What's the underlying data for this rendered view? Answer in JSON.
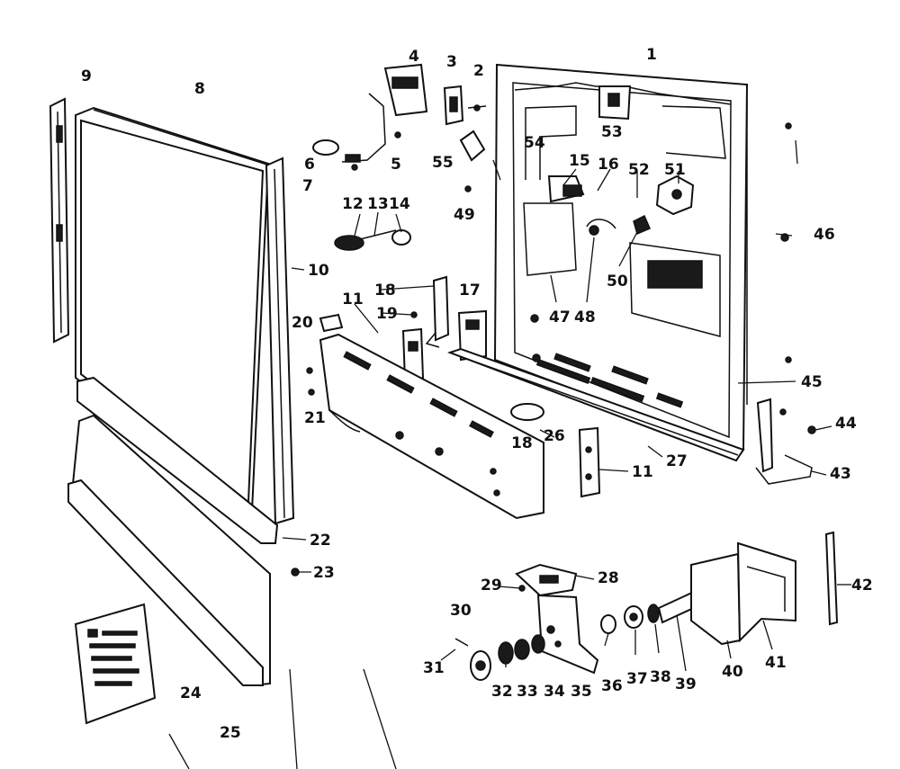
{
  "diagram": {
    "part_numbers": [
      "1",
      "2",
      "3",
      "4",
      "5",
      "6",
      "7",
      "8",
      "9",
      "10",
      "11",
      "11",
      "12",
      "13",
      "14",
      "15",
      "16",
      "17",
      "18",
      "18",
      "19",
      "20",
      "21",
      "22",
      "23",
      "24",
      "25",
      "26",
      "27",
      "28",
      "29",
      "30",
      "31",
      "32",
      "33",
      "34",
      "35",
      "36",
      "37",
      "38",
      "39",
      "40",
      "41",
      "42",
      "43",
      "44",
      "45",
      "46",
      "47",
      "48",
      "49",
      "50",
      "51",
      "52",
      "53",
      "54",
      "55"
    ]
  }
}
